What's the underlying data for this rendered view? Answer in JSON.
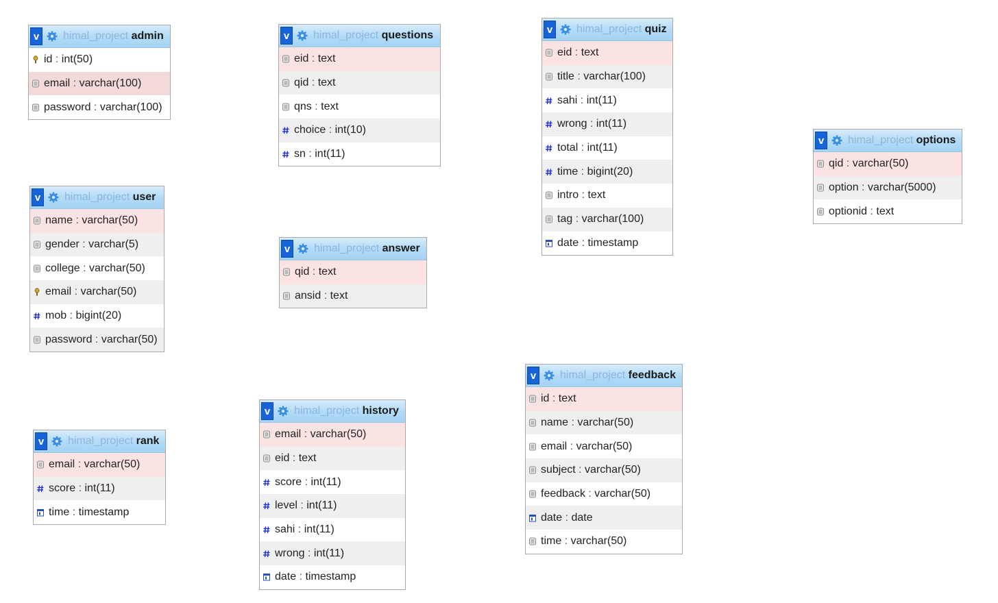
{
  "database": "himal_project",
  "icons": {
    "text": "field-icon",
    "numeric": "hash-icon",
    "key": "key-icon",
    "date": "calendar-icon"
  },
  "tables": {
    "admin": {
      "name": "admin",
      "columns": [
        {
          "field": "id",
          "type": "int(50)"
        },
        {
          "field": "email",
          "type": "varchar(100)"
        },
        {
          "field": "password",
          "type": "varchar(100)"
        }
      ]
    },
    "questions": {
      "name": "questions",
      "columns": [
        {
          "field": "eid",
          "type": "text"
        },
        {
          "field": "qid",
          "type": "text"
        },
        {
          "field": "qns",
          "type": "text"
        },
        {
          "field": "choice",
          "type": "int(10)"
        },
        {
          "field": "sn",
          "type": "int(11)"
        }
      ]
    },
    "quiz": {
      "name": "quiz",
      "columns": [
        {
          "field": "eid",
          "type": "text"
        },
        {
          "field": "title",
          "type": "varchar(100)"
        },
        {
          "field": "sahi",
          "type": "int(11)"
        },
        {
          "field": "wrong",
          "type": "int(11)"
        },
        {
          "field": "total",
          "type": "int(11)"
        },
        {
          "field": "time",
          "type": "bigint(20)"
        },
        {
          "field": "intro",
          "type": "text"
        },
        {
          "field": "tag",
          "type": "varchar(100)"
        },
        {
          "field": "date",
          "type": "timestamp"
        }
      ]
    },
    "options": {
      "name": "options",
      "columns": [
        {
          "field": "qid",
          "type": "varchar(50)"
        },
        {
          "field": "option",
          "type": "varchar(5000)"
        },
        {
          "field": "optionid",
          "type": "text"
        }
      ]
    },
    "user": {
      "name": "user",
      "columns": [
        {
          "field": "name",
          "type": "varchar(50)"
        },
        {
          "field": "gender",
          "type": "varchar(5)"
        },
        {
          "field": "college",
          "type": "varchar(50)"
        },
        {
          "field": "email",
          "type": "varchar(50)"
        },
        {
          "field": "mob",
          "type": "bigint(20)"
        },
        {
          "field": "password",
          "type": "varchar(50)"
        }
      ]
    },
    "answer": {
      "name": "answer",
      "columns": [
        {
          "field": "qid",
          "type": "text"
        },
        {
          "field": "ansid",
          "type": "text"
        }
      ]
    },
    "feedback": {
      "name": "feedback",
      "columns": [
        {
          "field": "id",
          "type": "text"
        },
        {
          "field": "name",
          "type": "varchar(50)"
        },
        {
          "field": "email",
          "type": "varchar(50)"
        },
        {
          "field": "subject",
          "type": "varchar(50)"
        },
        {
          "field": "feedback",
          "type": "varchar(50)"
        },
        {
          "field": "date",
          "type": "date"
        },
        {
          "field": "time",
          "type": "varchar(50)"
        }
      ]
    },
    "rank": {
      "name": "rank",
      "columns": [
        {
          "field": "email",
          "type": "varchar(50)"
        },
        {
          "field": "score",
          "type": "int(11)"
        },
        {
          "field": "time",
          "type": "timestamp"
        }
      ]
    },
    "history": {
      "name": "history",
      "columns": [
        {
          "field": "email",
          "type": "varchar(50)"
        },
        {
          "field": "eid",
          "type": "text"
        },
        {
          "field": "score",
          "type": "int(11)"
        },
        {
          "field": "level",
          "type": "int(11)"
        },
        {
          "field": "sahi",
          "type": "int(11)"
        },
        {
          "field": "wrong",
          "type": "int(11)"
        },
        {
          "field": "date",
          "type": "timestamp"
        }
      ]
    }
  }
}
